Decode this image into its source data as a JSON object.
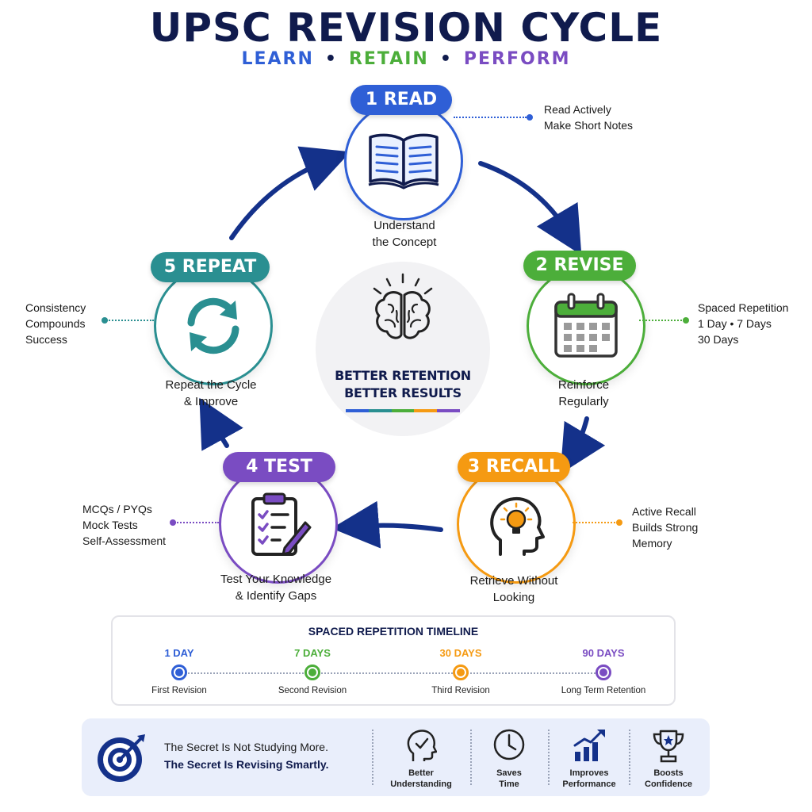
{
  "title": "UPSC REVISION CYCLE",
  "subtitle": {
    "learn": "LEARN",
    "retain": "RETAIN",
    "perform": "PERFORM",
    "separator": "•"
  },
  "colors": {
    "navy": "#101b4d",
    "blue": "#2f5fd6",
    "green": "#4cae3a",
    "orange": "#f59a12",
    "purple": "#7a4cc2",
    "teal": "#2a8f91"
  },
  "stages": {
    "read": {
      "label": "1 READ",
      "caption_line1": "Understand",
      "caption_line2": "the Concept",
      "note_line1": "Read Actively",
      "note_line2": "Make Short Notes",
      "icon": "open-book-icon"
    },
    "revise": {
      "label": "2 REVISE",
      "caption_line1": "Reinforce",
      "caption_line2": "Regularly",
      "note_line1": "Spaced Repetition",
      "note_line2": "1 Day • 7 Days",
      "note_line3": "30 Days",
      "icon": "calendar-icon"
    },
    "recall": {
      "label": "3 RECALL",
      "caption_line1": "Retrieve Without",
      "caption_line2": "Looking",
      "note_line1": "Active Recall",
      "note_line2": "Builds Strong",
      "note_line3": "Memory",
      "icon": "head-lightbulb-icon"
    },
    "test": {
      "label": "4 TEST",
      "caption_line1": "Test Your Knowledge",
      "caption_line2": "& Identify Gaps",
      "note_line1": "MCQs / PYQs",
      "note_line2": "Mock Tests",
      "note_line3": "Self-Assessment",
      "icon": "clipboard-checklist-icon"
    },
    "repeat": {
      "label": "5 REPEAT",
      "caption_line1": "Repeat the Cycle",
      "caption_line2": "& Improve",
      "note_line1": "Consistency",
      "note_line2": "Compounds",
      "note_line3": "Success",
      "icon": "refresh-arrows-icon"
    }
  },
  "center": {
    "line1": "BETTER RETENTION",
    "line2": "BETTER RESULTS",
    "icon": "brain-icon"
  },
  "timeline": {
    "title": "SPACED REPETITION TIMELINE",
    "points": [
      {
        "label": "1 DAY",
        "desc": "First Revision"
      },
      {
        "label": "7 DAYS",
        "desc": "Second Revision"
      },
      {
        "label": "30 DAYS",
        "desc": "Third Revision"
      },
      {
        "label": "90 DAYS",
        "desc": "Long Term Retention"
      }
    ]
  },
  "footer": {
    "line1": "The Secret Is Not Studying More.",
    "line2": "The Secret Is Revising Smartly.",
    "icon": "target-icon",
    "benefits": [
      {
        "line1": "Better",
        "line2": "Understanding",
        "icon": "head-check-icon"
      },
      {
        "line1": "Saves",
        "line2": "Time",
        "icon": "clock-icon"
      },
      {
        "line1": "Improves",
        "line2": "Performance",
        "icon": "growth-chart-icon"
      },
      {
        "line1": "Boosts",
        "line2": "Confidence",
        "icon": "trophy-icon"
      }
    ]
  }
}
